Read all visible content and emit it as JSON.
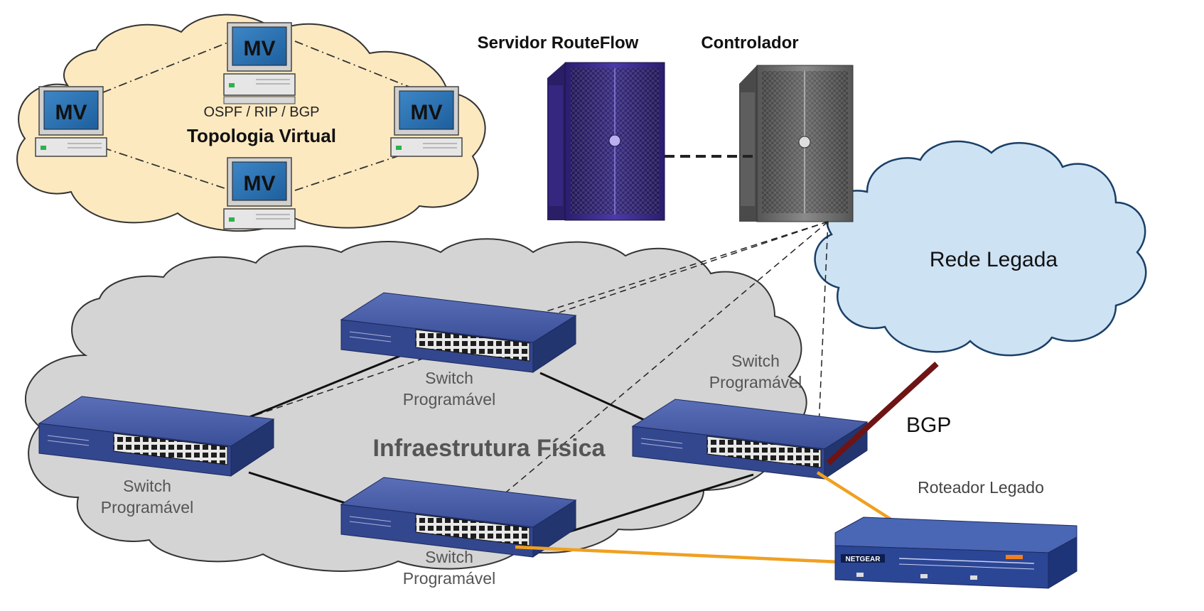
{
  "virtual_topology": {
    "vm_label": "MV",
    "protocols": "OSPF / RIP / BGP",
    "title": "Topologia Virtual"
  },
  "servers": {
    "routeflow_title": "Servidor RouteFlow",
    "controller_title": "Controlador"
  },
  "legacy_network": {
    "title": "Rede Legada",
    "link_label": "BGP",
    "router_label": "Roteador Legado",
    "router_brand": "NETGEAR"
  },
  "physical": {
    "title": "Infraestrutura Física",
    "switch_line1": "Switch",
    "switch_line2": "Programável"
  },
  "colors": {
    "virtual_cloud": "#fde9c0",
    "physical_cloud": "#d4d4d4",
    "legacy_cloud": "#cde2f3",
    "switch_body": "#33478f",
    "routeflow_server": "#3c2c8e",
    "controller_server": "#6f6f6f",
    "bgp_link": "#6e1414",
    "orange_link": "#f0a020"
  }
}
